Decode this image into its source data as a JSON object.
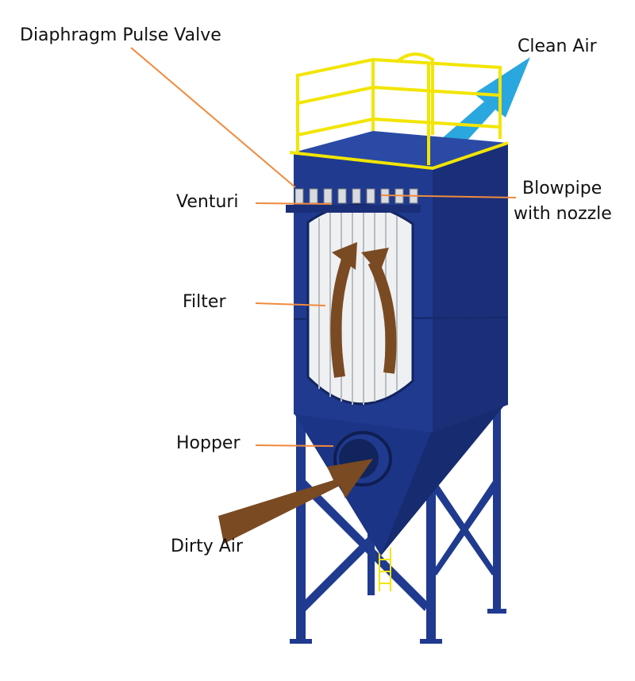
{
  "labels": {
    "diaphragm_pulse_valve": "Diaphragm Pulse Valve",
    "clean_air": "Clean Air",
    "venturi": "Venturi",
    "blowpipe_line1": "Blowpipe",
    "blowpipe_line2": "with nozzle",
    "filter": "Filter",
    "hopper": "Hopper",
    "dirty_air": "Dirty Air"
  },
  "colors": {
    "body": "#1f3a8f",
    "body_side": "#1a2f78",
    "railing": "#f2e500",
    "leader": "#f08a3c",
    "flow_arrow": "#7a4a22",
    "clean_air": "#2aa7df"
  }
}
